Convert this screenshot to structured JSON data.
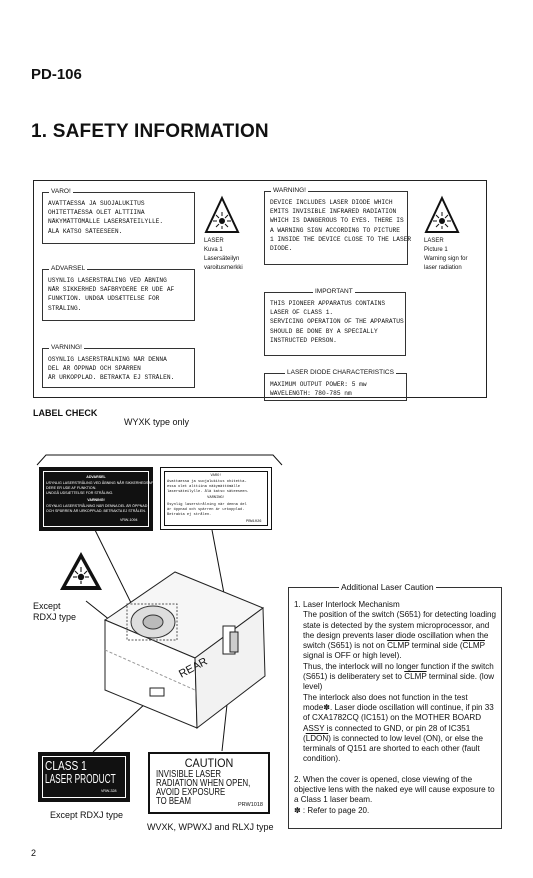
{
  "header": {
    "model": "PD-106",
    "section_title": "1. SAFETY INFORMATION"
  },
  "safety": {
    "varo": {
      "heading": "VARO!",
      "lines": [
        "AVATTAESSA    JA    SUOJALUKITUS",
        "OHITETTAESSA     OLET    ALTTIINA",
        "NÄKYMÄTTÖMÄLLE  LASERSÄTEILYLLE.",
        "ÄLÄ KATSO SÄTEESEEN."
      ]
    },
    "advarsel": {
      "heading": "ADVARSEL",
      "lines": [
        "USYNLIG LASERSTRÅLING VED ÅBNING",
        "NÅR SIKKERHED SAFBRYDERE ER UDE AF",
        "FUNKTION. UNDGÅ UDSÆTTELSE FOR",
        "STRÅLING."
      ]
    },
    "varning": {
      "heading": "VARNING!",
      "lines": [
        "OSYNLIG LASERSTRÅLNING NÄR DENNA",
        "DEL  ÄR  ÖPPNAD  OCH  SPÄRREN",
        "ÄR URKOPPLAD. BETRAKTA EJ STRÅLEN."
      ]
    },
    "laser_fi": {
      "lines": [
        "LASER",
        "Kuva 1",
        "Lasersäteilyn",
        "varoitusmerkki"
      ]
    },
    "warning": {
      "heading": "WARNING!",
      "lines": [
        "DEVICE INCLUDES LASER DIODE WHICH",
        "EMITS INVISIBLE INFRARED RADIATION",
        "WHICH IS DANGEROUS TO EYES. THERE IS",
        "A WARNING SIGN ACCORDING TO PICTURE",
        "1 INSIDE THE DEVICE CLOSE TO THE LASER",
        "DIODE."
      ]
    },
    "laser_en": {
      "lines": [
        "LASER",
        "Picture 1",
        "Warning sign for",
        "laser radiation"
      ]
    },
    "important": {
      "heading": "IMPORTANT",
      "lines": [
        "THIS  PIONEER  APPARATUS  CONTAINS",
        "LASER OF CLASS 1.",
        "SERVICING OPERATION OF THE APPARATUS",
        "SHOULD  BE  DONE  BY  A  SPECIALLY",
        "INSTRUCTED PERSON."
      ]
    },
    "characteristics": {
      "heading": "LASER DIODE CHARACTERISTICS",
      "lines": [
        "MAXIMUM OUTPUT POWER: 5 mw",
        "WAVELENGTH: 780-785 nm"
      ]
    }
  },
  "label_check": {
    "heading": "LABEL CHECK",
    "wyxk_caption": "WYXK type only",
    "black_label": {
      "heading": "ADVARSEL",
      "lines": [
        "USYNLIG LASERSTRÅLING VED ÅBNING NÅR SIKKERHEDSAFBRY-",
        "DERE ER UDE AF FUNKTION.",
        "UNDGÅ UDSÆTTELSE FOR STRÅLING.",
        "VARNING!",
        "OSYNLIG LASERSTRÅLNING NÄR DENNA DEL ÄR ÖPPNAD",
        "OCH SPÄRREN ÄR URKOPPLAD. BETRAKTA EJ STRÅLEN."
      ],
      "code": "VRW-1094"
    },
    "white_label": {
      "heading": "VARO!",
      "lines": [
        "Avattaessa ja suojalukitus ohitetta-",
        "essa olet alttiina näkymättömälle",
        "lasersäteilylle. Älä katso säteeseen.",
        "VARNING!",
        "Osynlig laserstrålning när denna del",
        "är öppnad och spärren är urkopplad.",
        "Betrakta ej strålen."
      ],
      "code": "PRW1026"
    },
    "except_rdxj_caption": "Except\nRDXJ type",
    "rear_text": "REAR",
    "class1": {
      "line1": "CLASS 1",
      "line2": "LASER PRODUCT",
      "code": "VRW-328",
      "caption": "Except RDXJ type"
    },
    "caution": {
      "heading": "CAUTION",
      "lines": [
        "INVISIBLE LASER",
        "RADIATION WHEN OPEN,",
        "AVOID EXPOSURE",
        "TO BEAM"
      ],
      "code": "PRW1018",
      "caption": "WVXK, WPWXJ and RLXJ type"
    }
  },
  "additional_caution": {
    "title": "Additional Laser Caution",
    "item1_title": "1. Laser Interlock Mechanism",
    "item2": "2. When the cover is opened, close viewing of the objective lens with the naked eye will cause exposure to a Class 1 laser beam.",
    "footnote": "✽ : Refer to page 20."
  },
  "page_number": "2"
}
